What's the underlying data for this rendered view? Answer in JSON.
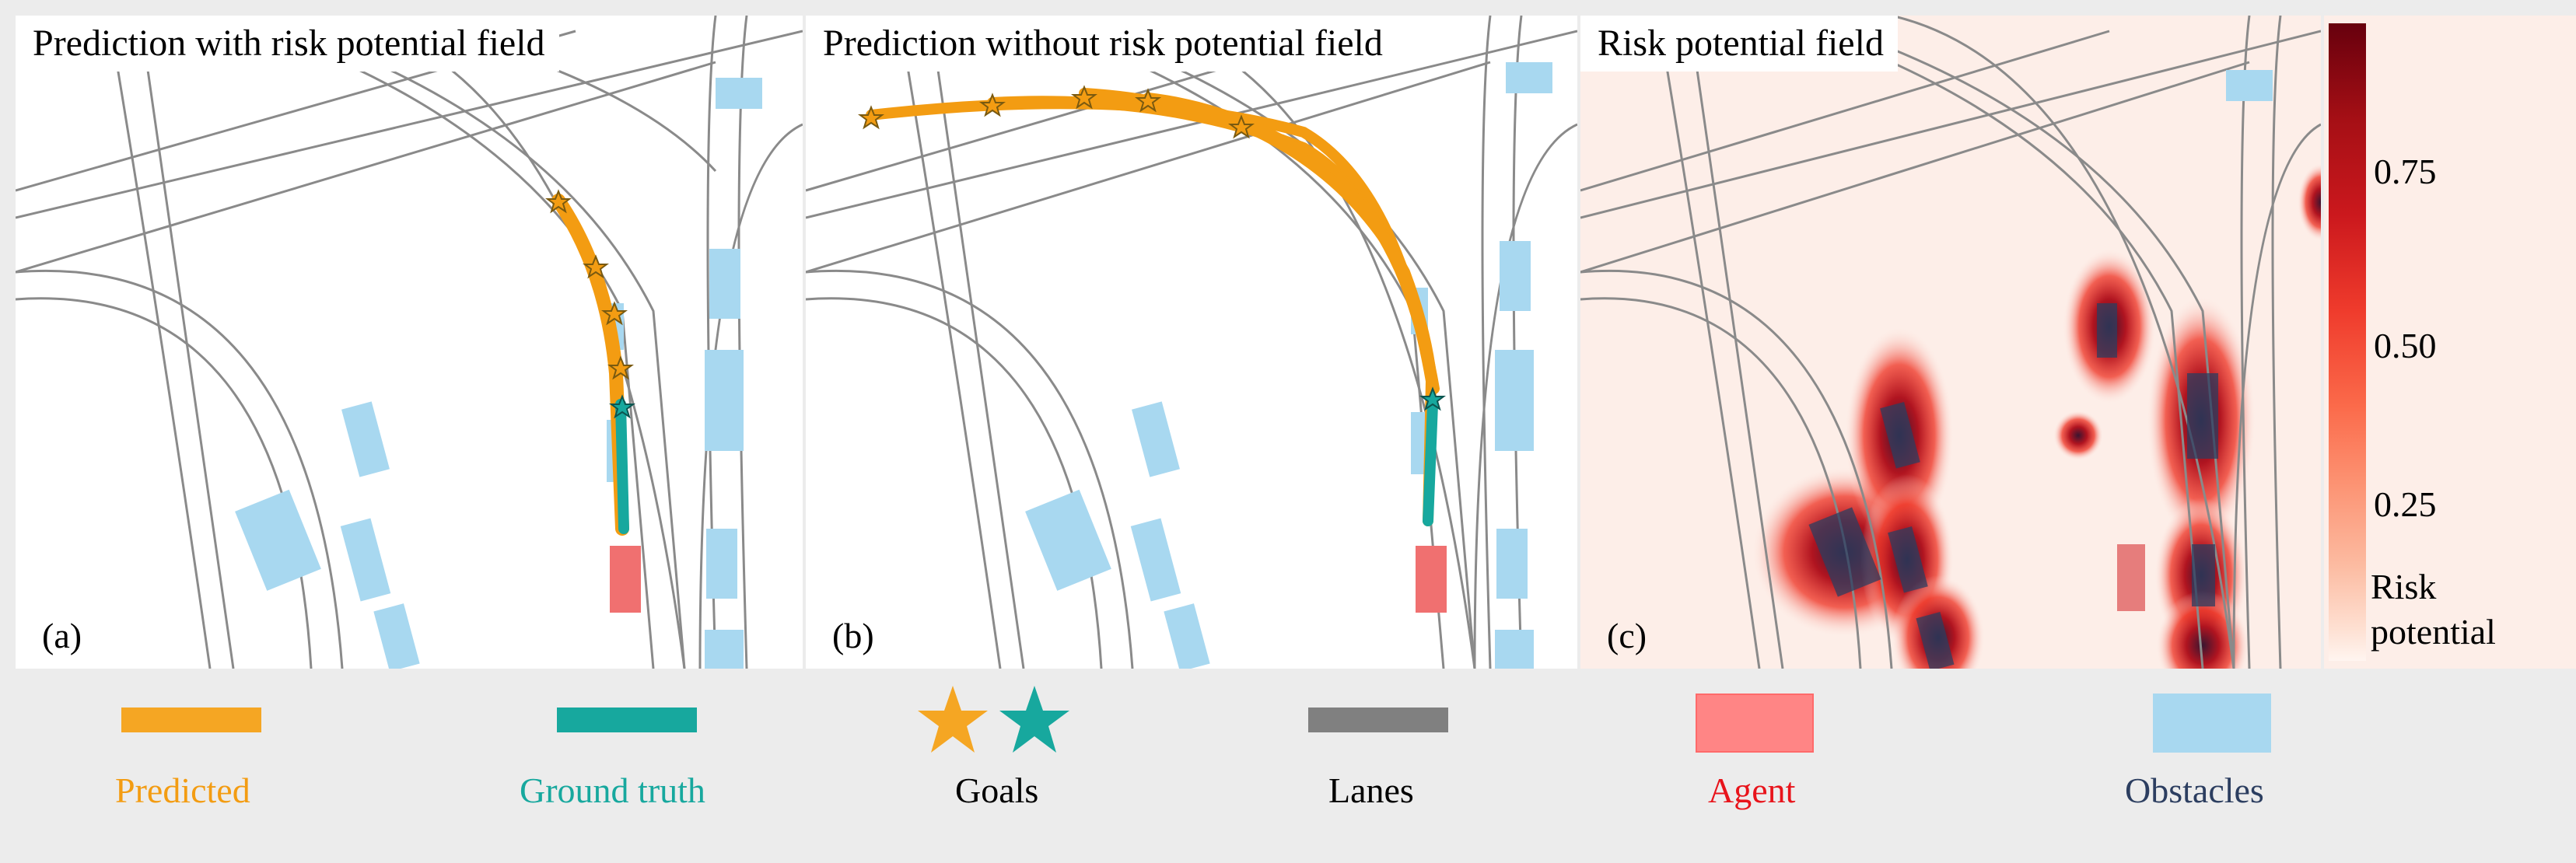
{
  "panels": [
    {
      "title": "Prediction with risk potential field",
      "letter": "(a)"
    },
    {
      "title": "Prediction without risk potential field",
      "letter": "(b)"
    },
    {
      "title": "Risk potential field",
      "letter": "(c)"
    }
  ],
  "colorbar": {
    "ticks": [
      "0.75",
      "0.50",
      "0.25"
    ],
    "label_line1": "Risk",
    "label_line2": "potential"
  },
  "legend": {
    "predicted": {
      "label": "Predicted",
      "color": "#f39c12"
    },
    "ground_truth": {
      "label": "Ground truth",
      "color": "#17a89e"
    },
    "goals": {
      "label": "Goals",
      "color": "#000000"
    },
    "lanes": {
      "label": "Lanes",
      "color": "#808080"
    },
    "agent": {
      "label": "Agent",
      "color": "#e8141b"
    },
    "obstacles": {
      "label": "Obstacles",
      "color": "#2c3e60"
    }
  },
  "colors": {
    "predicted": "#f39c12",
    "ground_truth": "#17a89e",
    "lane": "#8a8a8a",
    "agent": "#f07070",
    "obstacle": "#a8d8f0",
    "risk_bg": "#fdeee8"
  }
}
